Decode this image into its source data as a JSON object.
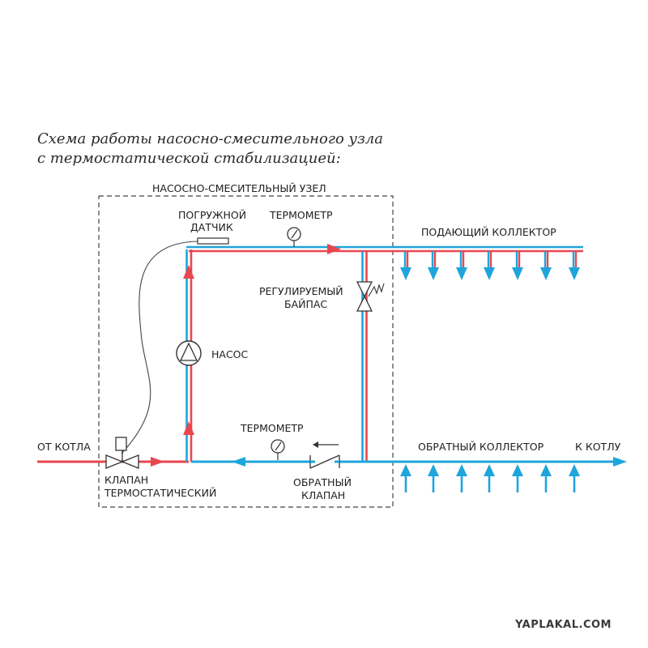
{
  "caption": {
    "line1": "Схема работы насосно-смесительного узла",
    "line2": "с термостатической стабилизацией:"
  },
  "labels": {
    "unit": "НАСОСНО-СМЕСИТЕЛЬНЫЙ УЗЕЛ",
    "sensor_1": "ПОГРУЖНОЙ",
    "sensor_2": "ДАТЧИК",
    "thermometer_top": "ТЕРМОМЕТР",
    "supply_collector": "ПОДАЮЩИЙ КОЛЛЕКТОР",
    "bypass_1": "РЕГУЛИРУЕМЫЙ",
    "bypass_2": "БАЙПАС",
    "pump": "НАСОС",
    "thermometer_bottom": "ТЕРМОМЕТР",
    "from_boiler": "ОТ КОТЛА",
    "return_collector": "ОБРАТНЫЙ КОЛЛЕКТОР",
    "to_boiler": "К КОТЛУ",
    "valve_1": "КЛАПАН",
    "valve_2": "ТЕРМОСТАТИЧЕСКИЙ",
    "check_valve_1": "ОБРАТНЫЙ",
    "check_valve_2": "КЛАПАН"
  },
  "watermark": "YAPLAKAL.COM",
  "colors": {
    "hot": "#e8474f",
    "cold": "#1fa5dc",
    "line": "#3a3a3a"
  }
}
